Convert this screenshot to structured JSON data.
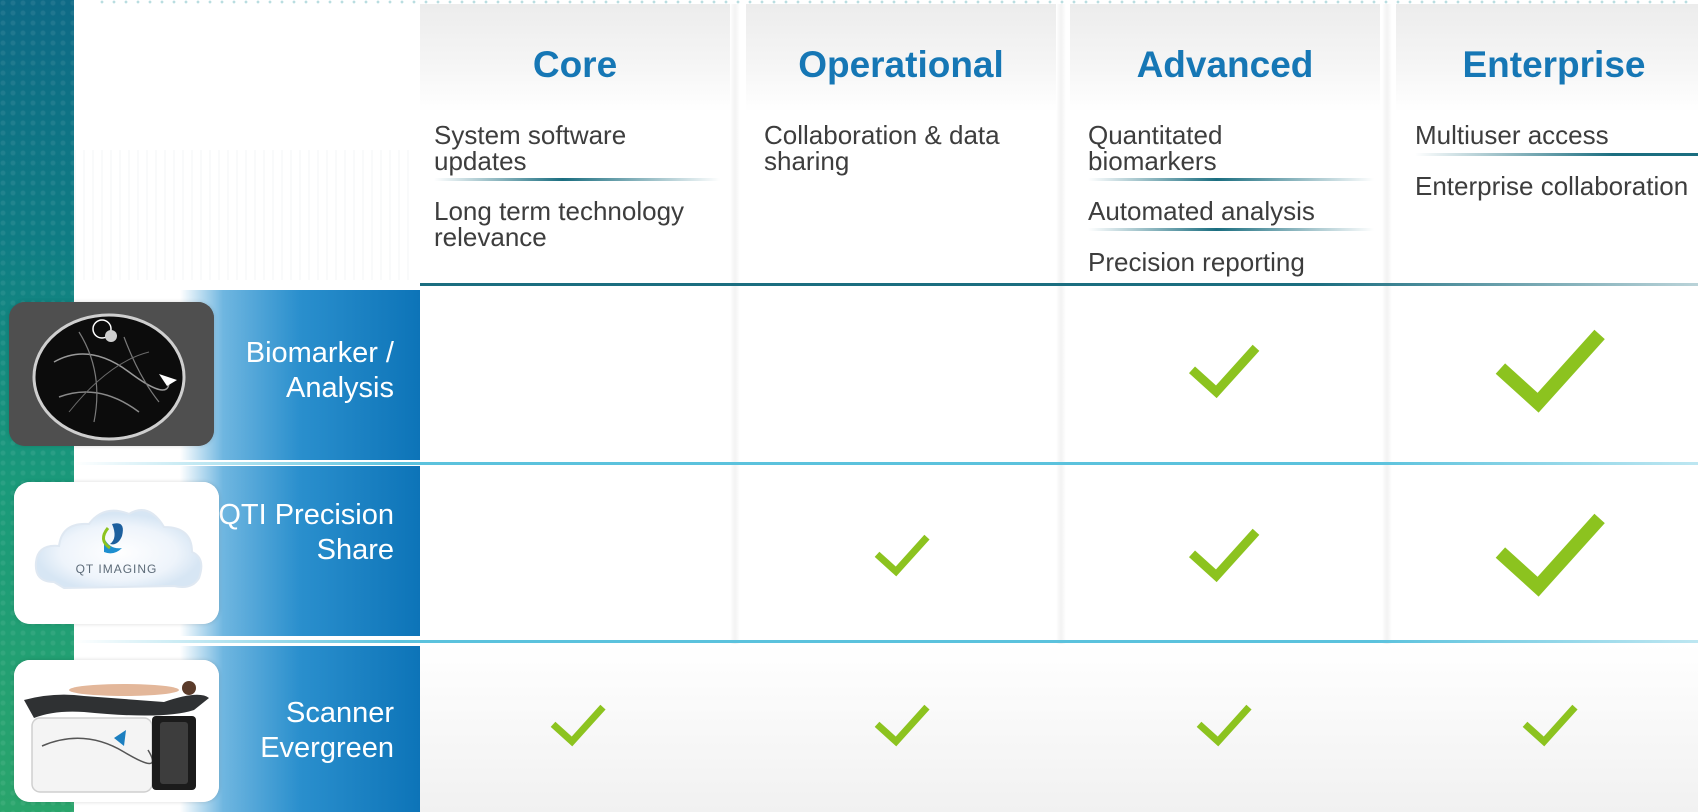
{
  "colors": {
    "accent_blue": "#1677b5",
    "check_green": "#8cc31f",
    "teal_line": "#1b6e80"
  },
  "columns": [
    {
      "title": "Core",
      "features": [
        "System software updates",
        "Long term technology relevance"
      ]
    },
    {
      "title": "Operational",
      "features": [
        "Collaboration & data sharing"
      ]
    },
    {
      "title": "Advanced",
      "features": [
        "Quantitated biomarkers",
        "Automated analysis",
        "Precision reporting"
      ]
    },
    {
      "title": "Enterprise",
      "features": [
        "Multiuser access",
        "Enterprise collaboration"
      ]
    }
  ],
  "rows": [
    {
      "label": "Biomarker / Analysis",
      "icon": "breast-scan-image",
      "checks": [
        false,
        false,
        true,
        true
      ]
    },
    {
      "label": "QTI Precision Share",
      "icon": "qt-imaging-cloud-logo",
      "logo_text": "QT IMAGING",
      "checks": [
        false,
        true,
        true,
        true
      ]
    },
    {
      "label": "Scanner Evergreen",
      "icon": "scanner-device-image",
      "checks": [
        true,
        true,
        true,
        true
      ]
    }
  ]
}
